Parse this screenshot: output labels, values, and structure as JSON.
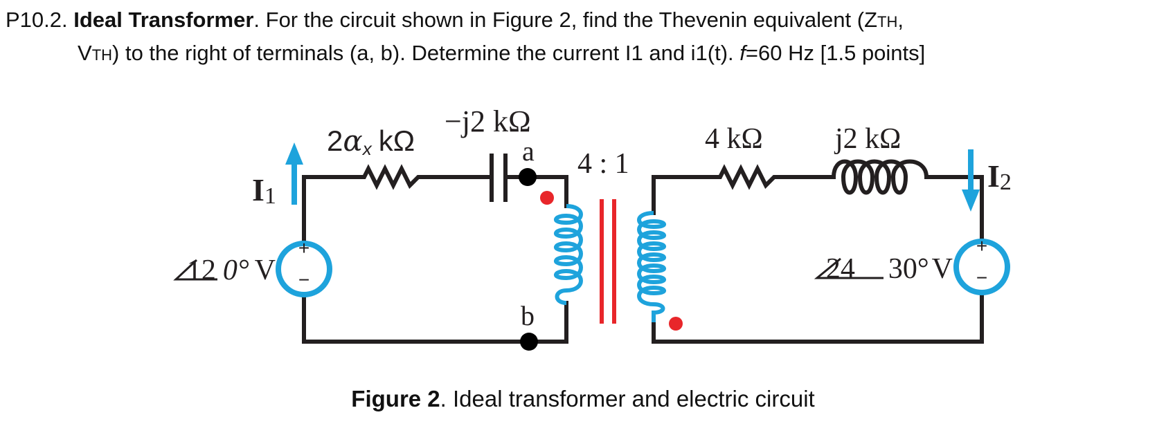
{
  "problem": {
    "number": "P10.2.",
    "title": "Ideal Transformer",
    "text_1": ". For the circuit shown in Figure 2, find the Thevenin equivalent (Z",
    "sub_th_1": "TH",
    "text_2": ",",
    "text_3": "V",
    "sub_th_2": "TH",
    "text_4": ") to the right of terminals (a, b). Determine the current I1 and i1(t).",
    "f_symbol": "f",
    "text_5": "=60 Hz [1.5 points]"
  },
  "circuit": {
    "source_left": {
      "magnitude": "12",
      "angle": "0°",
      "unit": "V",
      "plus": "+",
      "minus": "−"
    },
    "source_right": {
      "magnitude": "24",
      "angle": "30°",
      "unit": "V",
      "plus": "+",
      "minus": "−"
    },
    "resistor_left": {
      "coef": "2",
      "alpha": "α",
      "alpha_sub": "x",
      "unit": "kΩ"
    },
    "capacitor": {
      "label": "−j2 kΩ"
    },
    "resistor_right": {
      "label": "4 kΩ"
    },
    "inductor": {
      "label": "j2 kΩ"
    },
    "turns_ratio": "4 : 1",
    "terminal_a": "a",
    "terminal_b": "b",
    "current_1": {
      "letter": "I",
      "sub": "1"
    },
    "current_2": {
      "letter": "I",
      "sub": "2"
    },
    "colors": {
      "wire": "#231f20",
      "source": "#1ea3dc",
      "arrow": "#1ea3dc",
      "core": "#e8262a",
      "dot": "#e8262a"
    }
  },
  "caption": {
    "label": "Figure 2",
    "text": ". Ideal transformer and electric circuit"
  }
}
